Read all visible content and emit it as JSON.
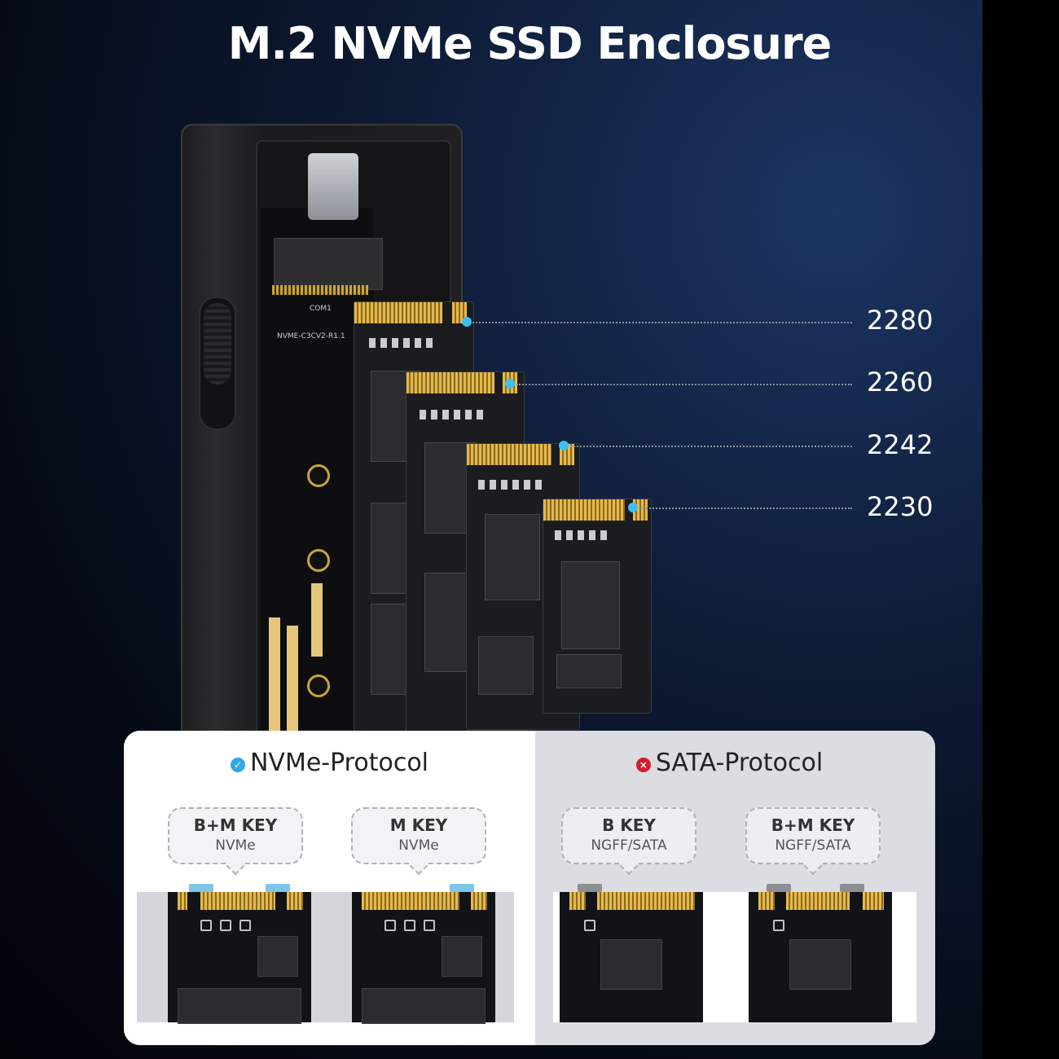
{
  "title": "M.2 NVMe SSD Enclosure",
  "board_labels": {
    "connector": "COM1",
    "model": "NVME-C3CV2-R1.1"
  },
  "sizes": [
    "2280",
    "2260",
    "2242",
    "2230"
  ],
  "colors": {
    "accent": "#3cc0f0",
    "ok": "#2fa8e6",
    "bad": "#d0202a"
  },
  "nvme": {
    "title": "NVMe-Protocol",
    "icon": "check-circle-icon",
    "cards": [
      {
        "key": "B+M KEY",
        "protocol": "NVMe"
      },
      {
        "key": "M KEY",
        "protocol": "NVMe"
      }
    ]
  },
  "sata": {
    "title": "SATA-Protocol",
    "icon": "x-circle-icon",
    "cards": [
      {
        "key": "B KEY",
        "protocol": "NGFF/SATA"
      },
      {
        "key": "B+M KEY",
        "protocol": "NGFF/SATA"
      }
    ]
  }
}
